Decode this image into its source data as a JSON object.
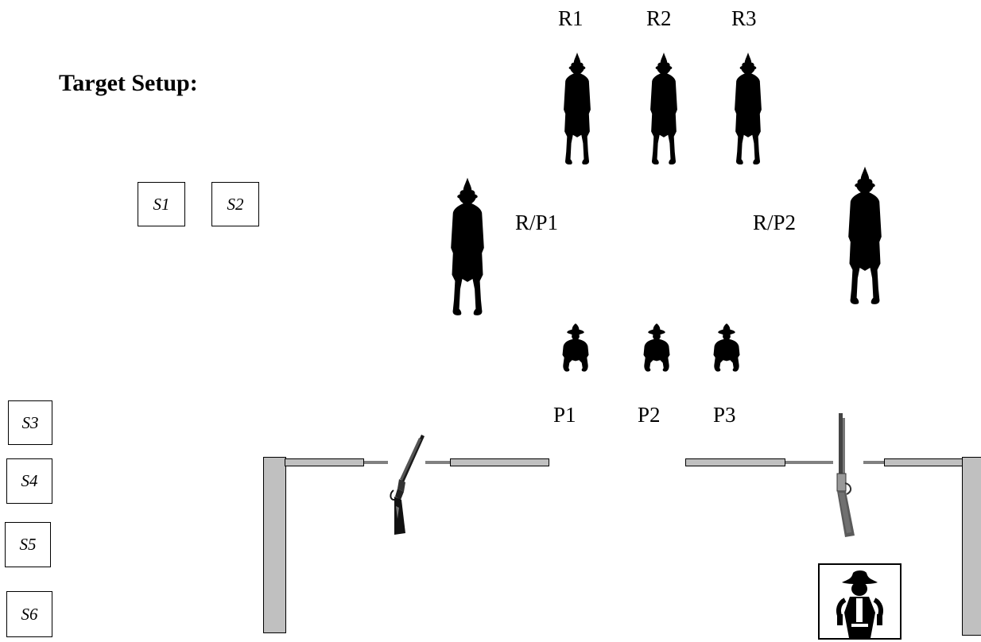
{
  "heading": "Target Setup:",
  "rifle_targets": [
    "R1",
    "R2",
    "R3"
  ],
  "shared_targets": [
    "R/P1",
    "R/P2"
  ],
  "pistol_targets": [
    "P1",
    "P2",
    "P3"
  ],
  "shotgun_targets": [
    "S1",
    "S2",
    "S3",
    "S4",
    "S5",
    "S6"
  ],
  "icons": {
    "target": "silhouette-target-icon",
    "shotgun": "shotgun-icon",
    "rifle": "lever-action-rifle-icon",
    "shooter": "cowboy-shooter-icon"
  },
  "colors": {
    "silhouette": "#000000",
    "wall_fill": "#c0c0c0",
    "bar_rod": "#808080"
  }
}
